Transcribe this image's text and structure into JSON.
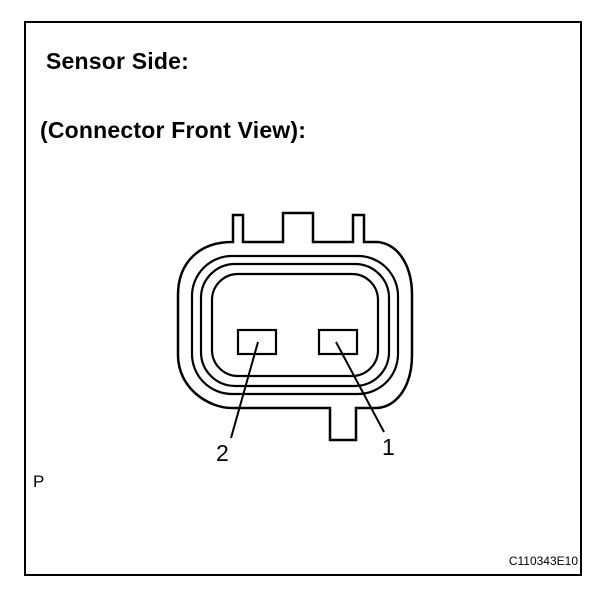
{
  "heading": {
    "line1": "Sensor Side:",
    "line2": "(Connector Front View):"
  },
  "connector": {
    "pins": [
      {
        "label": "2"
      },
      {
        "label": "1"
      }
    ]
  },
  "corner_mark": "P",
  "reference_code": "C110343E10"
}
